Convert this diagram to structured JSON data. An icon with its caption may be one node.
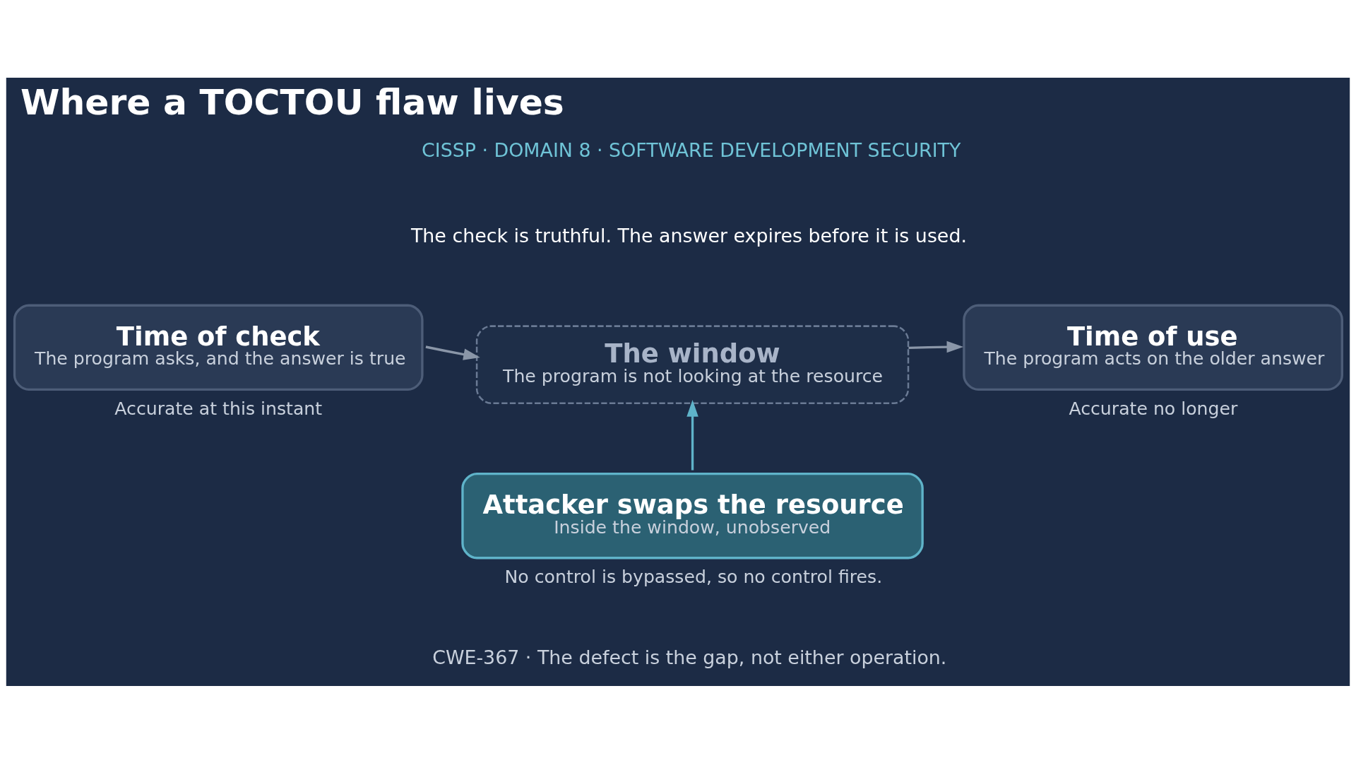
{
  "diagram": {
    "title": "Where a TOCTOU flaw lives",
    "nodes": [
      {
        "text": [
          "Time of check",
          "The program asks, and the answer is true"
        ],
        "beside": [
          "Accurate at this instant"
        ]
      },
      {
        "text": [
          "The window",
          "The program is not looking at the resource"
        ]
      },
      {
        "text": [
          "Time of use",
          "The program acts on the older answer"
        ],
        "beside": [
          "Accurate no longer"
        ]
      },
      {
        "text": [
          "Attacker swaps the resource",
          "Inside the window, unobserved"
        ],
        "beside": [
          "No control is bypassed, so no control fires."
        ]
      }
    ],
    "edges": [
      {
        "from": 0,
        "to": 1,
        "arrow": "to"
      },
      {
        "from": 1,
        "to": 2,
        "arrow": "to"
      },
      {
        "from": 3,
        "to": 1,
        "arrow": "to",
        "color": "#5fb3c9"
      }
    ],
    "labels": [
      "CISSP · DOMAIN 8 · SOFTWARE DEVELOPMENT SECURITY",
      "The check is truthful. The answer expires before it is used.",
      "CWE-367 · The defect is the gap, not either operation."
    ]
  }
}
